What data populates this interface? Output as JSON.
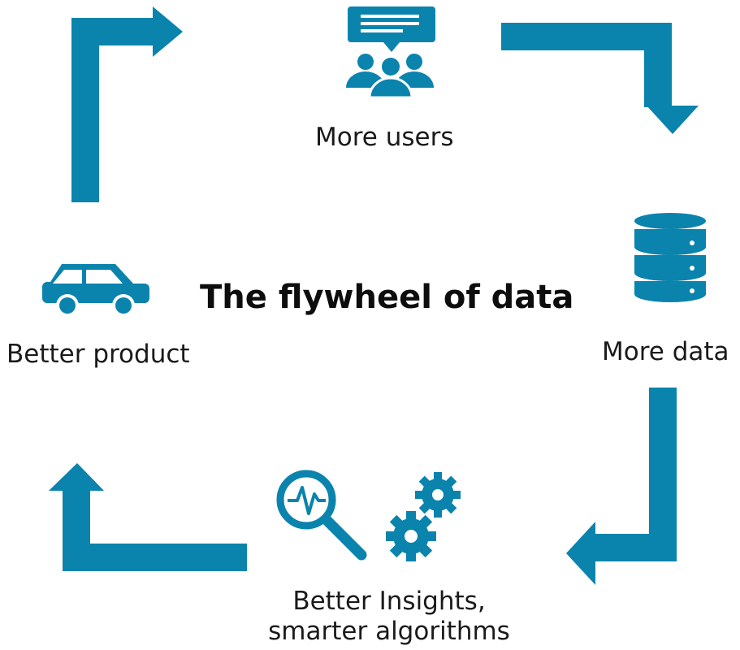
{
  "title": "The flywheel of data",
  "accent_color": "#0a83ad",
  "nodes": {
    "users": {
      "label": "More users",
      "icon": "audience-chat-icon"
    },
    "data": {
      "label": "More data",
      "icon": "database-icon"
    },
    "insights": {
      "label_line1": "Better Insights,",
      "label_line2": "smarter algorithms",
      "icon": "analytics-gears-icon"
    },
    "product": {
      "label": "Better product",
      "icon": "car-icon"
    }
  },
  "arrows": [
    "users-to-data",
    "data-to-insights",
    "insights-to-product",
    "product-to-users"
  ]
}
